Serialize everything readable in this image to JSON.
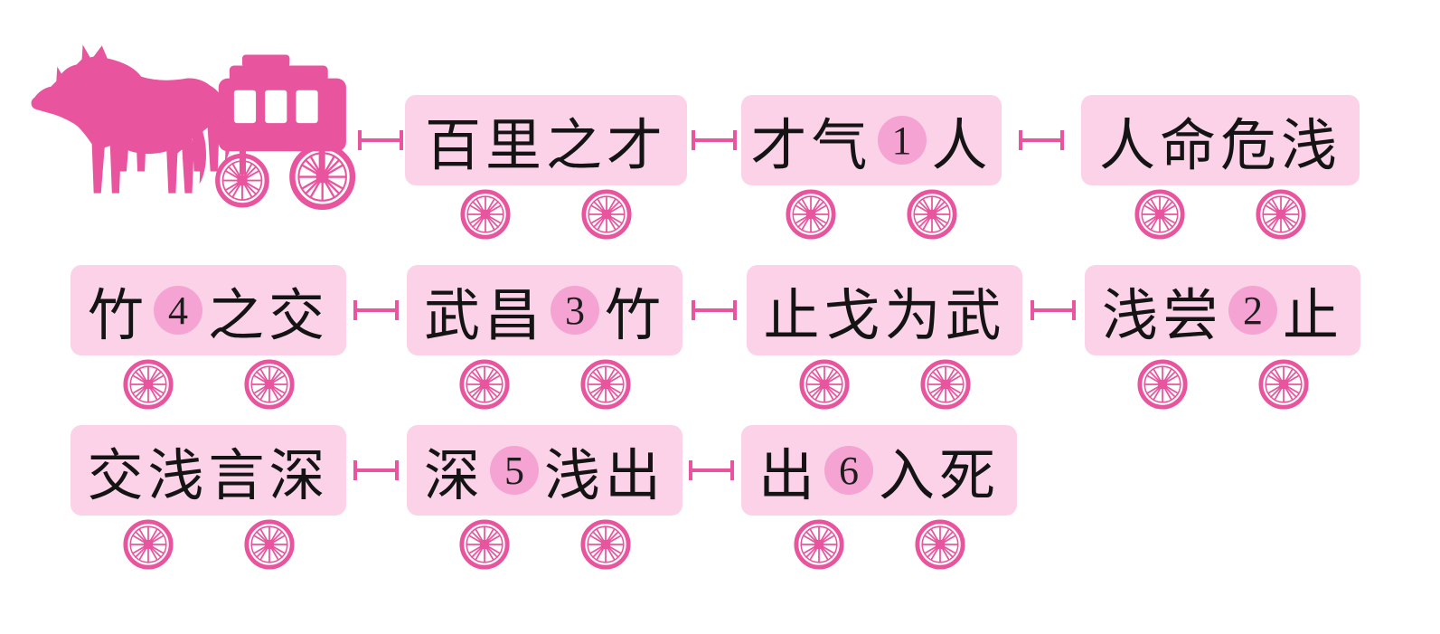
{
  "page": {
    "background": "#ffffff",
    "kind": "idiom-chain-puzzle"
  },
  "colors": {
    "accent_pink": "#e8549e",
    "wagon_fill": "#fbd2e8",
    "number_circle_fill": "#f5a3d2",
    "text": "#141414"
  },
  "icons": {
    "engine": "horse-carriage-icon",
    "wheel": "wheel-icon",
    "link": "coupler-link"
  },
  "train": {
    "rows": 3,
    "wagons": [
      {
        "row": 1,
        "pre": "百里之才",
        "num": "",
        "post": ""
      },
      {
        "row": 1,
        "pre": "才气",
        "num": "1",
        "post": "人"
      },
      {
        "row": 1,
        "pre": "人命危浅",
        "num": "",
        "post": ""
      },
      {
        "row": 2,
        "pre": "竹",
        "num": "4",
        "post": "之交"
      },
      {
        "row": 2,
        "pre": "武昌",
        "num": "3",
        "post": "竹"
      },
      {
        "row": 2,
        "pre": "止戈为武",
        "num": "",
        "post": ""
      },
      {
        "row": 2,
        "pre": "浅尝",
        "num": "2",
        "post": "止"
      },
      {
        "row": 3,
        "pre": "交浅言深",
        "num": "",
        "post": ""
      },
      {
        "row": 3,
        "pre": "深",
        "num": "5",
        "post": "浅出"
      },
      {
        "row": 3,
        "pre": "出",
        "num": "6",
        "post": "入死"
      }
    ]
  }
}
